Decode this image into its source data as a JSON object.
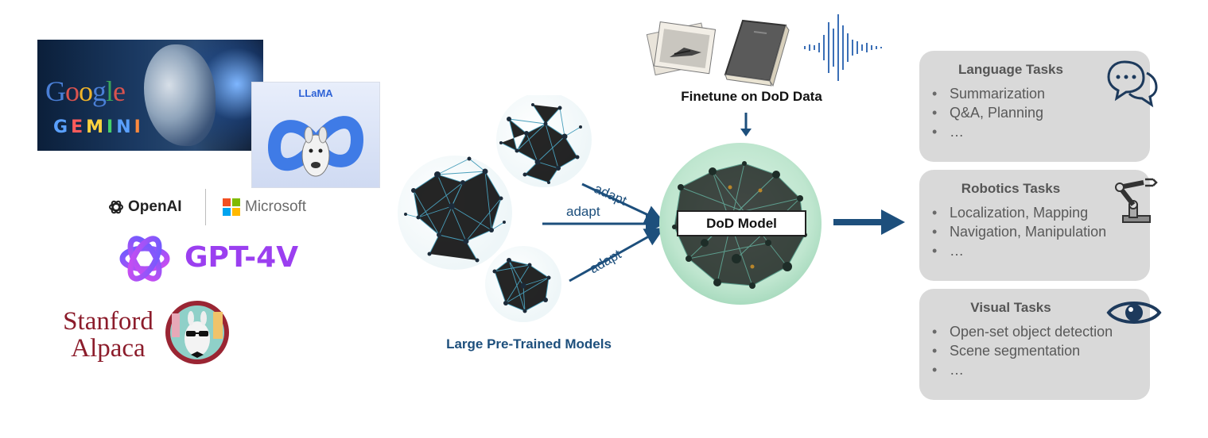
{
  "logos": {
    "google_word": "Google",
    "gemini_word": "GEMINI",
    "llama_title": "LLaMA",
    "openai": "OpenAI",
    "microsoft": "Microsoft",
    "gpt": "GPT-4V",
    "stanford_line1": "Stanford",
    "stanford_line2": "Alpaca"
  },
  "pretrained_label": "Large Pre-Trained Models",
  "adapt_labels": [
    "adapt",
    "adapt",
    "adapt"
  ],
  "finetune_label": "Finetune on DoD Data",
  "dod_model_label": "DoD Model",
  "tasks": [
    {
      "title": "Language Tasks",
      "icon": "chat-bubbles-icon",
      "items": [
        "Summarization",
        "Q&A, Planning",
        "…"
      ]
    },
    {
      "title": "Robotics Tasks",
      "icon": "robot-arm-icon",
      "items": [
        "Localization, Mapping",
        "Navigation, Manipulation",
        "…"
      ]
    },
    {
      "title": "Visual Tasks",
      "icon": "eye-icon",
      "items": [
        "Open-set object detection",
        "Scene segmentation",
        "…"
      ]
    }
  ],
  "colors": {
    "arrow": "#1d4f7c",
    "task_bg": "#d9d9d9",
    "gpt": "#9b3ff0",
    "stanford": "#8c1c2b"
  }
}
